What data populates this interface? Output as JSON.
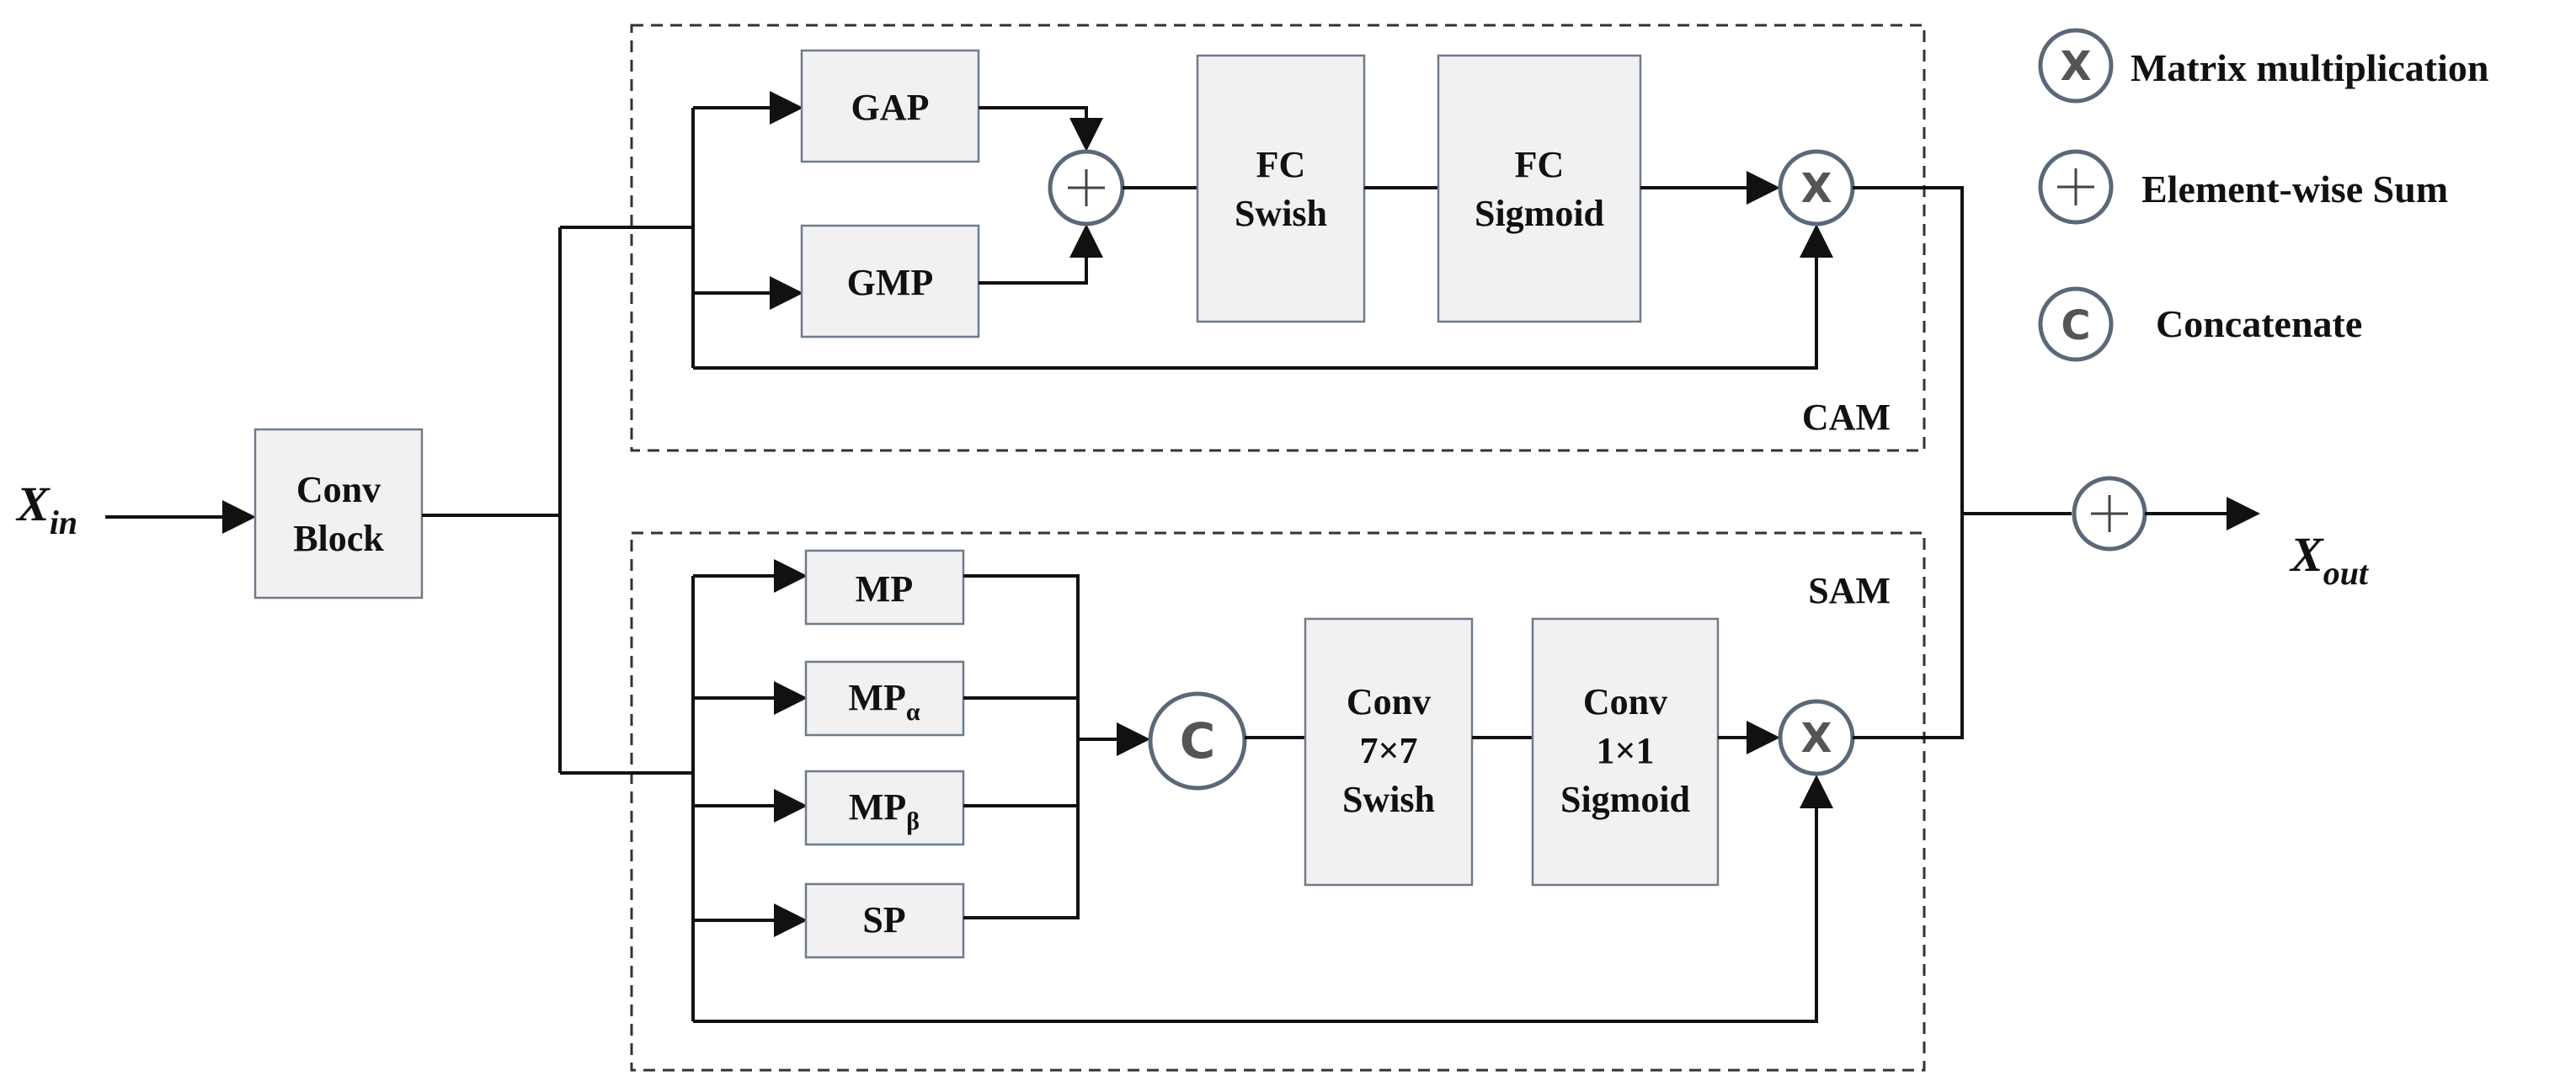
{
  "input_label": {
    "base": "X",
    "sub": "in"
  },
  "output_label": {
    "base": "X",
    "sub": "out"
  },
  "conv_block": [
    "Conv",
    "Block"
  ],
  "cam": {
    "title": "CAM",
    "gap": "GAP",
    "gmp": "GMP",
    "fc_swish": [
      "FC",
      "Swish"
    ],
    "fc_sigmoid": [
      "FC",
      "Sigmoid"
    ]
  },
  "sam": {
    "title": "SAM",
    "mp": "MP",
    "mp_alpha": {
      "base": "MP",
      "sub": "α"
    },
    "mp_beta": {
      "base": "MP",
      "sub": "β"
    },
    "sp": "SP",
    "conv7": [
      "Conv",
      "7×7",
      "Swish"
    ],
    "conv1": [
      "Conv",
      "1×1",
      "Sigmoid"
    ]
  },
  "glyphs": {
    "multiply": "X",
    "concat": "C"
  },
  "legend": [
    {
      "symbol": "multiply-icon",
      "glyph": "X",
      "label": "Matrix multiplication"
    },
    {
      "symbol": "plus-icon",
      "glyph": "",
      "label": "Element-wise Sum"
    },
    {
      "symbol": "concat-icon",
      "glyph": "C",
      "label": "Concatenate"
    }
  ]
}
